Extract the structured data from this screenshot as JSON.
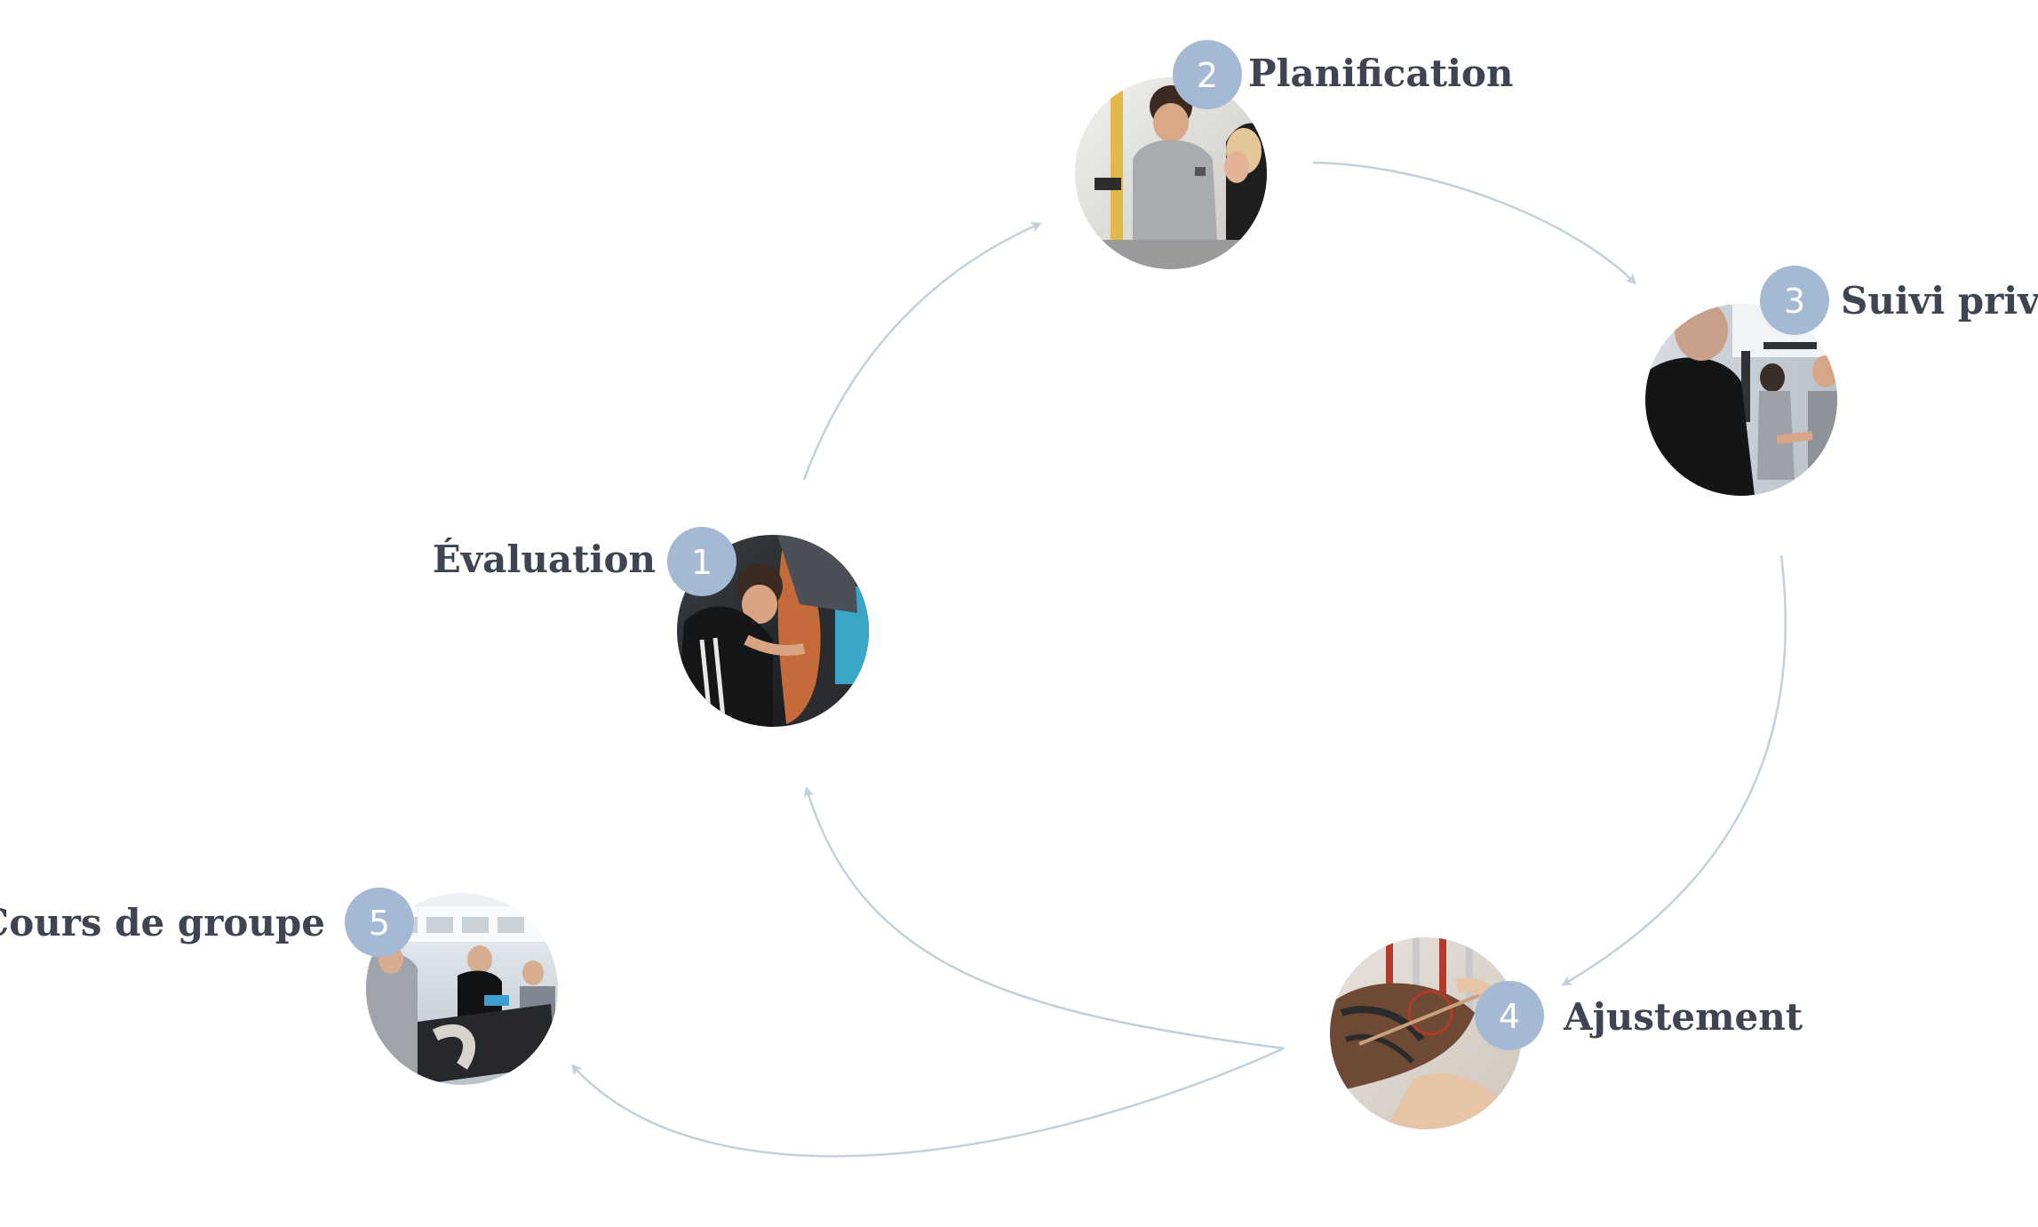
{
  "colors": {
    "badge": "#a5b9d5",
    "arrow": "#c3d0da",
    "label": "#3e4451"
  },
  "steps": [
    {
      "number": "1",
      "label": "Évaluation",
      "photo": "trainer-assessing-leg-photo"
    },
    {
      "number": "2",
      "label": "Planification",
      "photo": "coach-planning-with-client-photo"
    },
    {
      "number": "3",
      "label": "Suivi privé",
      "photo": "private-coaching-handshake-photo"
    },
    {
      "number": "4",
      "label": "Ajustement",
      "photo": "goniometer-measurement-photo"
    },
    {
      "number": "5",
      "label": "Cours de groupe",
      "photo": "group-spin-class-photo"
    }
  ]
}
